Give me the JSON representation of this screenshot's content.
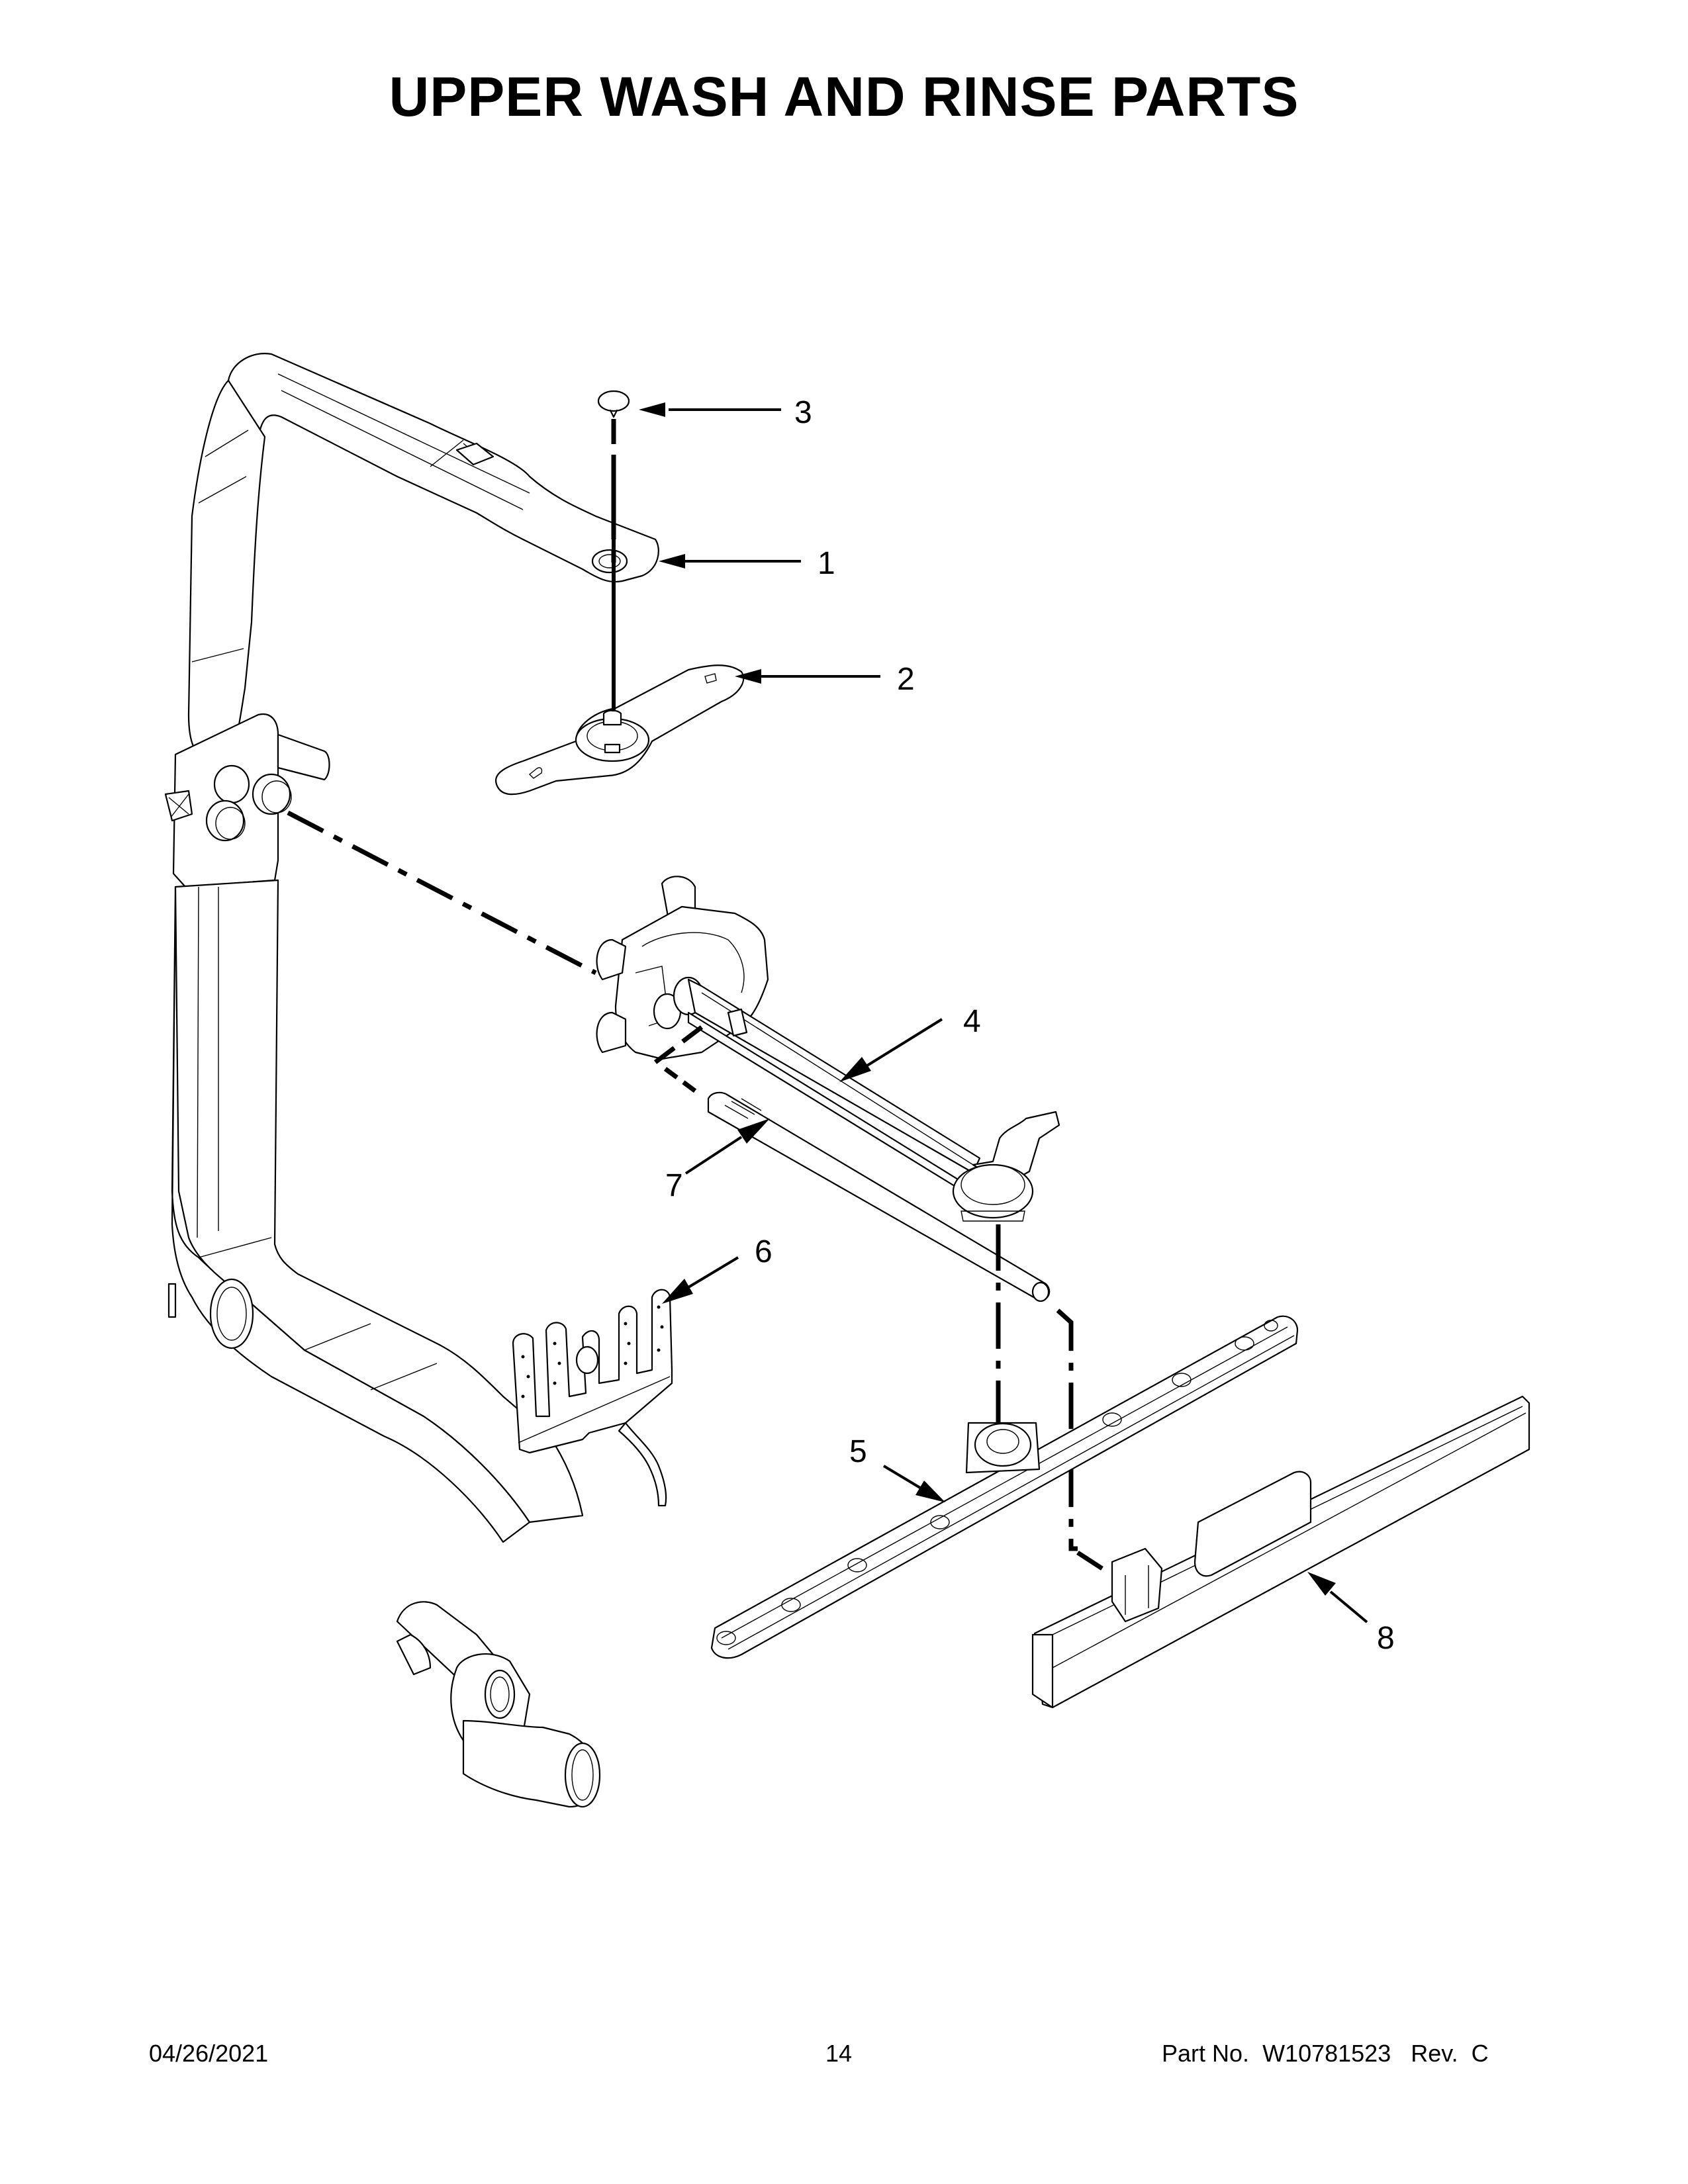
{
  "page": {
    "title": "UPPER WASH AND RINSE PARTS"
  },
  "diagram": {
    "description": "Exploded view of dishwasher upper wash and rinse parts",
    "callouts": [
      {
        "number": "1",
        "part": "upper-spray-arm-mount"
      },
      {
        "number": "2",
        "part": "upper-spray-arm"
      },
      {
        "number": "3",
        "part": "cap"
      },
      {
        "number": "4",
        "part": "manifold-and-tube-assembly"
      },
      {
        "number": "5",
        "part": "middle-spray-arm"
      },
      {
        "number": "6",
        "part": "spray-nozzle-diverter"
      },
      {
        "number": "7",
        "part": "conduit-tube"
      },
      {
        "number": "8",
        "part": "spray-bar"
      }
    ],
    "unlabeled_parts": [
      "wash-conduit-assembly"
    ]
  },
  "footer": {
    "date": "04/26/2021",
    "page_number": "14",
    "part_no_label": "Part No.",
    "part_no": "W10781523",
    "rev_label": "Rev.",
    "rev": "C"
  }
}
